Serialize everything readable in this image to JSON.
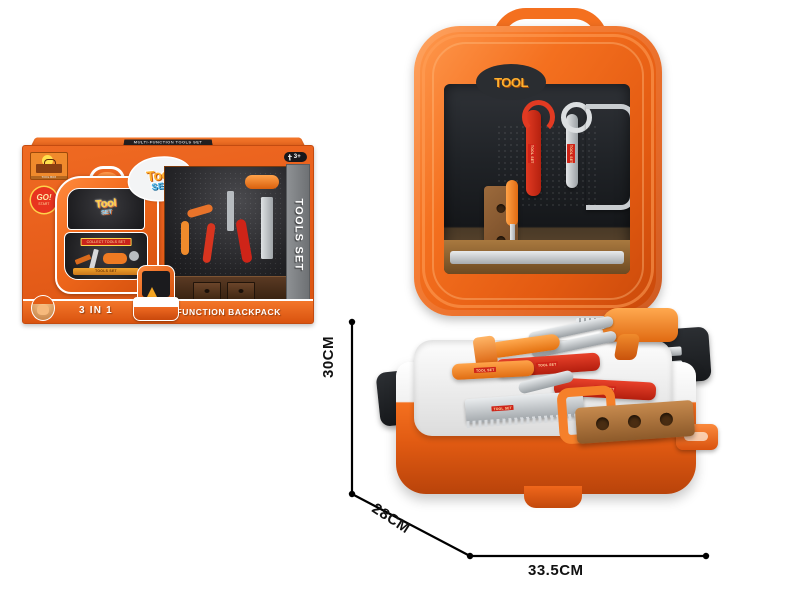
{
  "page": {
    "background_color": "#ffffff",
    "subject": "toy tool set multi-function backpack case"
  },
  "package_box": {
    "top_edge_label": "MULTI-FUNCTION TOOLS SET",
    "brand_logo": {
      "name": "brand-logo",
      "caption": "TOOL BOX"
    },
    "go_badge": {
      "main": "GO!",
      "sub": "START"
    },
    "toolset_bubble": {
      "line1": "Tool",
      "line2": "SET"
    },
    "backpack_art": {
      "logo_main": "Tool",
      "logo_sub": "SET",
      "mini_label": "COLLECT TOOLS SET",
      "mini_strip": "TOOLS SET"
    },
    "side_panel_text": "TOOLS SET",
    "age_badge": "3+",
    "banner": {
      "left_text": "3 IN 1",
      "right_text": "MULTI-FUNCTION BACKPACK"
    },
    "photo_window": {
      "label": "tool display photo"
    }
  },
  "product_photo": {
    "lid": {
      "logo_text": "TOOL",
      "tool_labels": [
        "TOOL SET",
        "TOOL SET",
        "TOOL SET"
      ]
    },
    "base": {
      "tool_labels": [
        "TOOL SET",
        "TOOL SET",
        "TOOL SET",
        "TOOL SET"
      ]
    }
  },
  "dimensions": {
    "height": "30CM",
    "depth": "28CM",
    "width": "33.5CM"
  },
  "colors": {
    "primary_orange": "#f4701f",
    "dark_orange": "#c8480a",
    "red": "#cf2418",
    "grey": "#9aa0a4",
    "black": "#17191c",
    "wood": "#8d5a2a"
  }
}
